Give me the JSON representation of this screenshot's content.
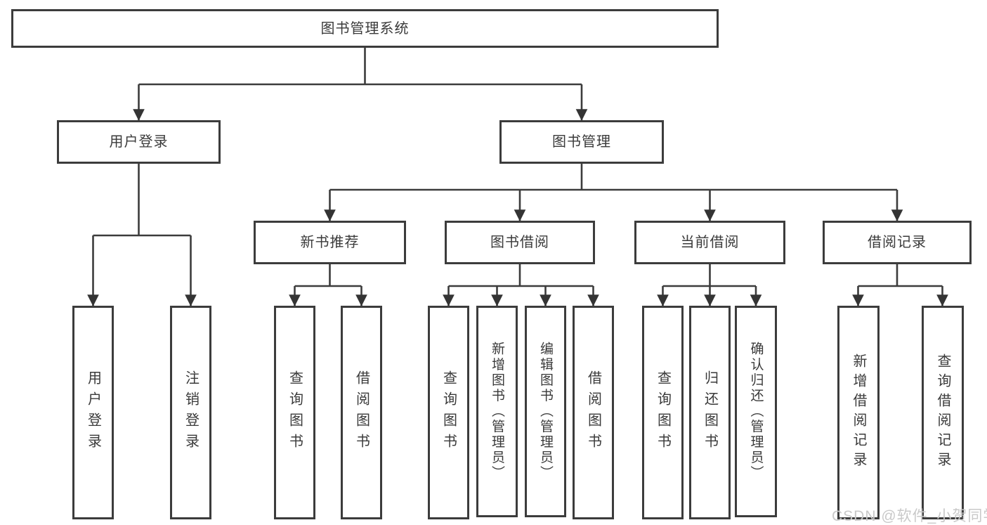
{
  "nodes": {
    "root": {
      "label": "图书管理系统"
    },
    "user_login": {
      "label": "用户登录"
    },
    "book_mgmt": {
      "label": "图书管理"
    },
    "new_book_rec": {
      "label": "新书推荐"
    },
    "book_borrow": {
      "label": "图书借阅"
    },
    "current_borrow": {
      "label": "当前借阅"
    },
    "borrow_record": {
      "label": "借阅记录"
    },
    "leaf_user_login": {
      "label": "用户登录"
    },
    "leaf_logout": {
      "label": "注销登录"
    },
    "leaf_query_book_1": {
      "label": "查询图书"
    },
    "leaf_borrow_book_1": {
      "label": "借阅图书"
    },
    "leaf_query_book_2": {
      "label": "查询图书"
    },
    "leaf_add_book": {
      "label": "新增图书（管理员）"
    },
    "leaf_edit_book": {
      "label": "编辑图书（管理员）"
    },
    "leaf_borrow_book_2": {
      "label": "借阅图书"
    },
    "leaf_query_book_3": {
      "label": "查询图书"
    },
    "leaf_return_book": {
      "label": "归还图书"
    },
    "leaf_confirm_return": {
      "label": "确认归还（管理员）"
    },
    "leaf_add_record": {
      "label": "新增借阅记录"
    },
    "leaf_query_record": {
      "label": "查询借阅记录"
    }
  },
  "tree": {
    "图书管理系统": {
      "用户登录": [
        "用户登录",
        "注销登录"
      ],
      "图书管理": {
        "新书推荐": [
          "查询图书",
          "借阅图书"
        ],
        "图书借阅": [
          "查询图书",
          "新增图书（管理员）",
          "编辑图书（管理员）",
          "借阅图书"
        ],
        "当前借阅": [
          "查询图书",
          "归还图书",
          "确认归还（管理员）"
        ],
        "借阅记录": [
          "新增借阅记录",
          "查询借阅记录"
        ]
      }
    }
  },
  "watermark": {
    "text": "CSDN @软件_小贺同学"
  },
  "colors": {
    "line": "#3c3c3c",
    "box_border": "#3c3c3c",
    "text": "#3a3a3a",
    "background": "#ffffff",
    "watermark": "#c9c9c9"
  }
}
